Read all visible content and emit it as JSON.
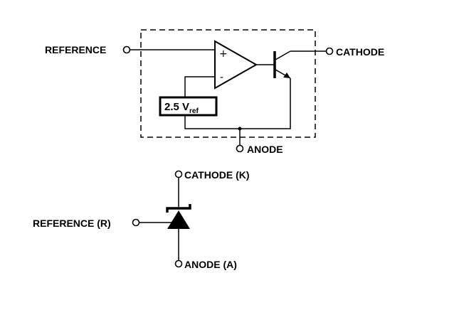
{
  "top_circuit": {
    "reference_label": "REFERENCE",
    "cathode_label": "CATHODE",
    "anode_label": "ANODE",
    "vref_main": "2.5 V",
    "vref_sub": "ref",
    "opamp_plus": "+",
    "opamp_minus": "-"
  },
  "symbol": {
    "cathode_label": "CATHODE (K)",
    "reference_label": "REFERENCE (R)",
    "anode_label": "ANODE (A)"
  }
}
